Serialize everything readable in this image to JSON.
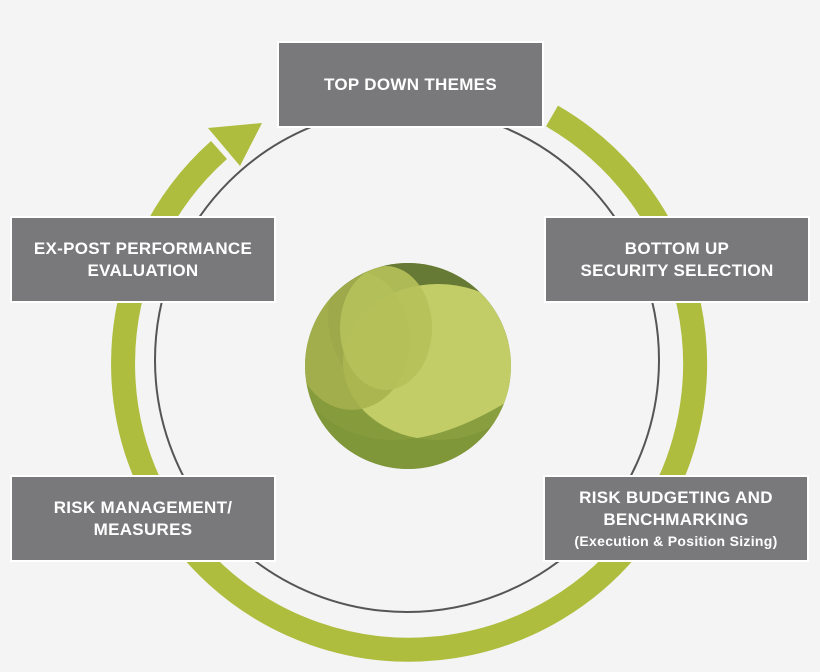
{
  "colors": {
    "background": "#f4f4f4",
    "box_fill": "#79797b",
    "box_text": "#ffffff",
    "arrow_green": "#aebd3d",
    "inner_ring": "#555555",
    "logo_dark": "#667a35",
    "logo_mid": "#869c3c",
    "logo_light": "#c3cd68",
    "logo_pale": "#a7b24e"
  },
  "steps": [
    {
      "lines": [
        "TOP DOWN THEMES"
      ]
    },
    {
      "lines": [
        "BOTTOM UP",
        "SECURITY SELECTION"
      ]
    },
    {
      "lines": [
        "RISK BUDGETING AND",
        "BENCHMARKING"
      ],
      "sub": "(Execution & Position Sizing)"
    },
    {
      "lines": [
        "RISK MANAGEMENT/",
        "MEASURES"
      ]
    },
    {
      "lines": [
        "EX-POST PERFORMANCE",
        "EVALUATION"
      ]
    }
  ],
  "icons": {
    "cycle_arrow": "circular-arrow-icon",
    "center_logo": "green-orb-logo"
  }
}
